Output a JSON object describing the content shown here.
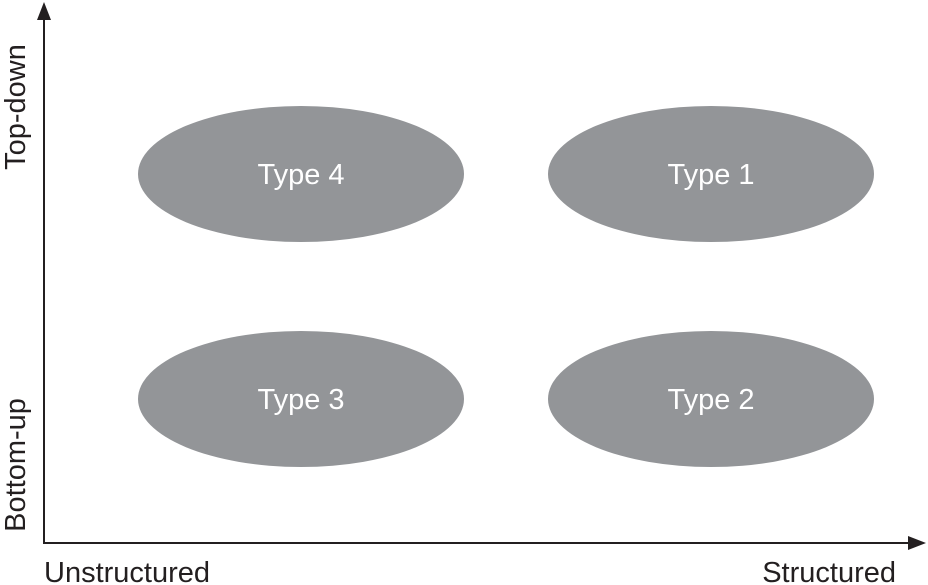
{
  "axes": {
    "x_min_label": "Unstructured",
    "x_max_label": "Structured",
    "y_min_label": "Bottom-up",
    "y_max_label": "Top-down"
  },
  "quadrants": {
    "top_left": {
      "label": "Type 4"
    },
    "top_right": {
      "label": "Type 1"
    },
    "bottom_left": {
      "label": "Type 3"
    },
    "bottom_right": {
      "label": "Type 2"
    }
  },
  "colors": {
    "axis": "#231f20",
    "ellipse_fill": "#939598",
    "ellipse_text": "#ffffff"
  }
}
